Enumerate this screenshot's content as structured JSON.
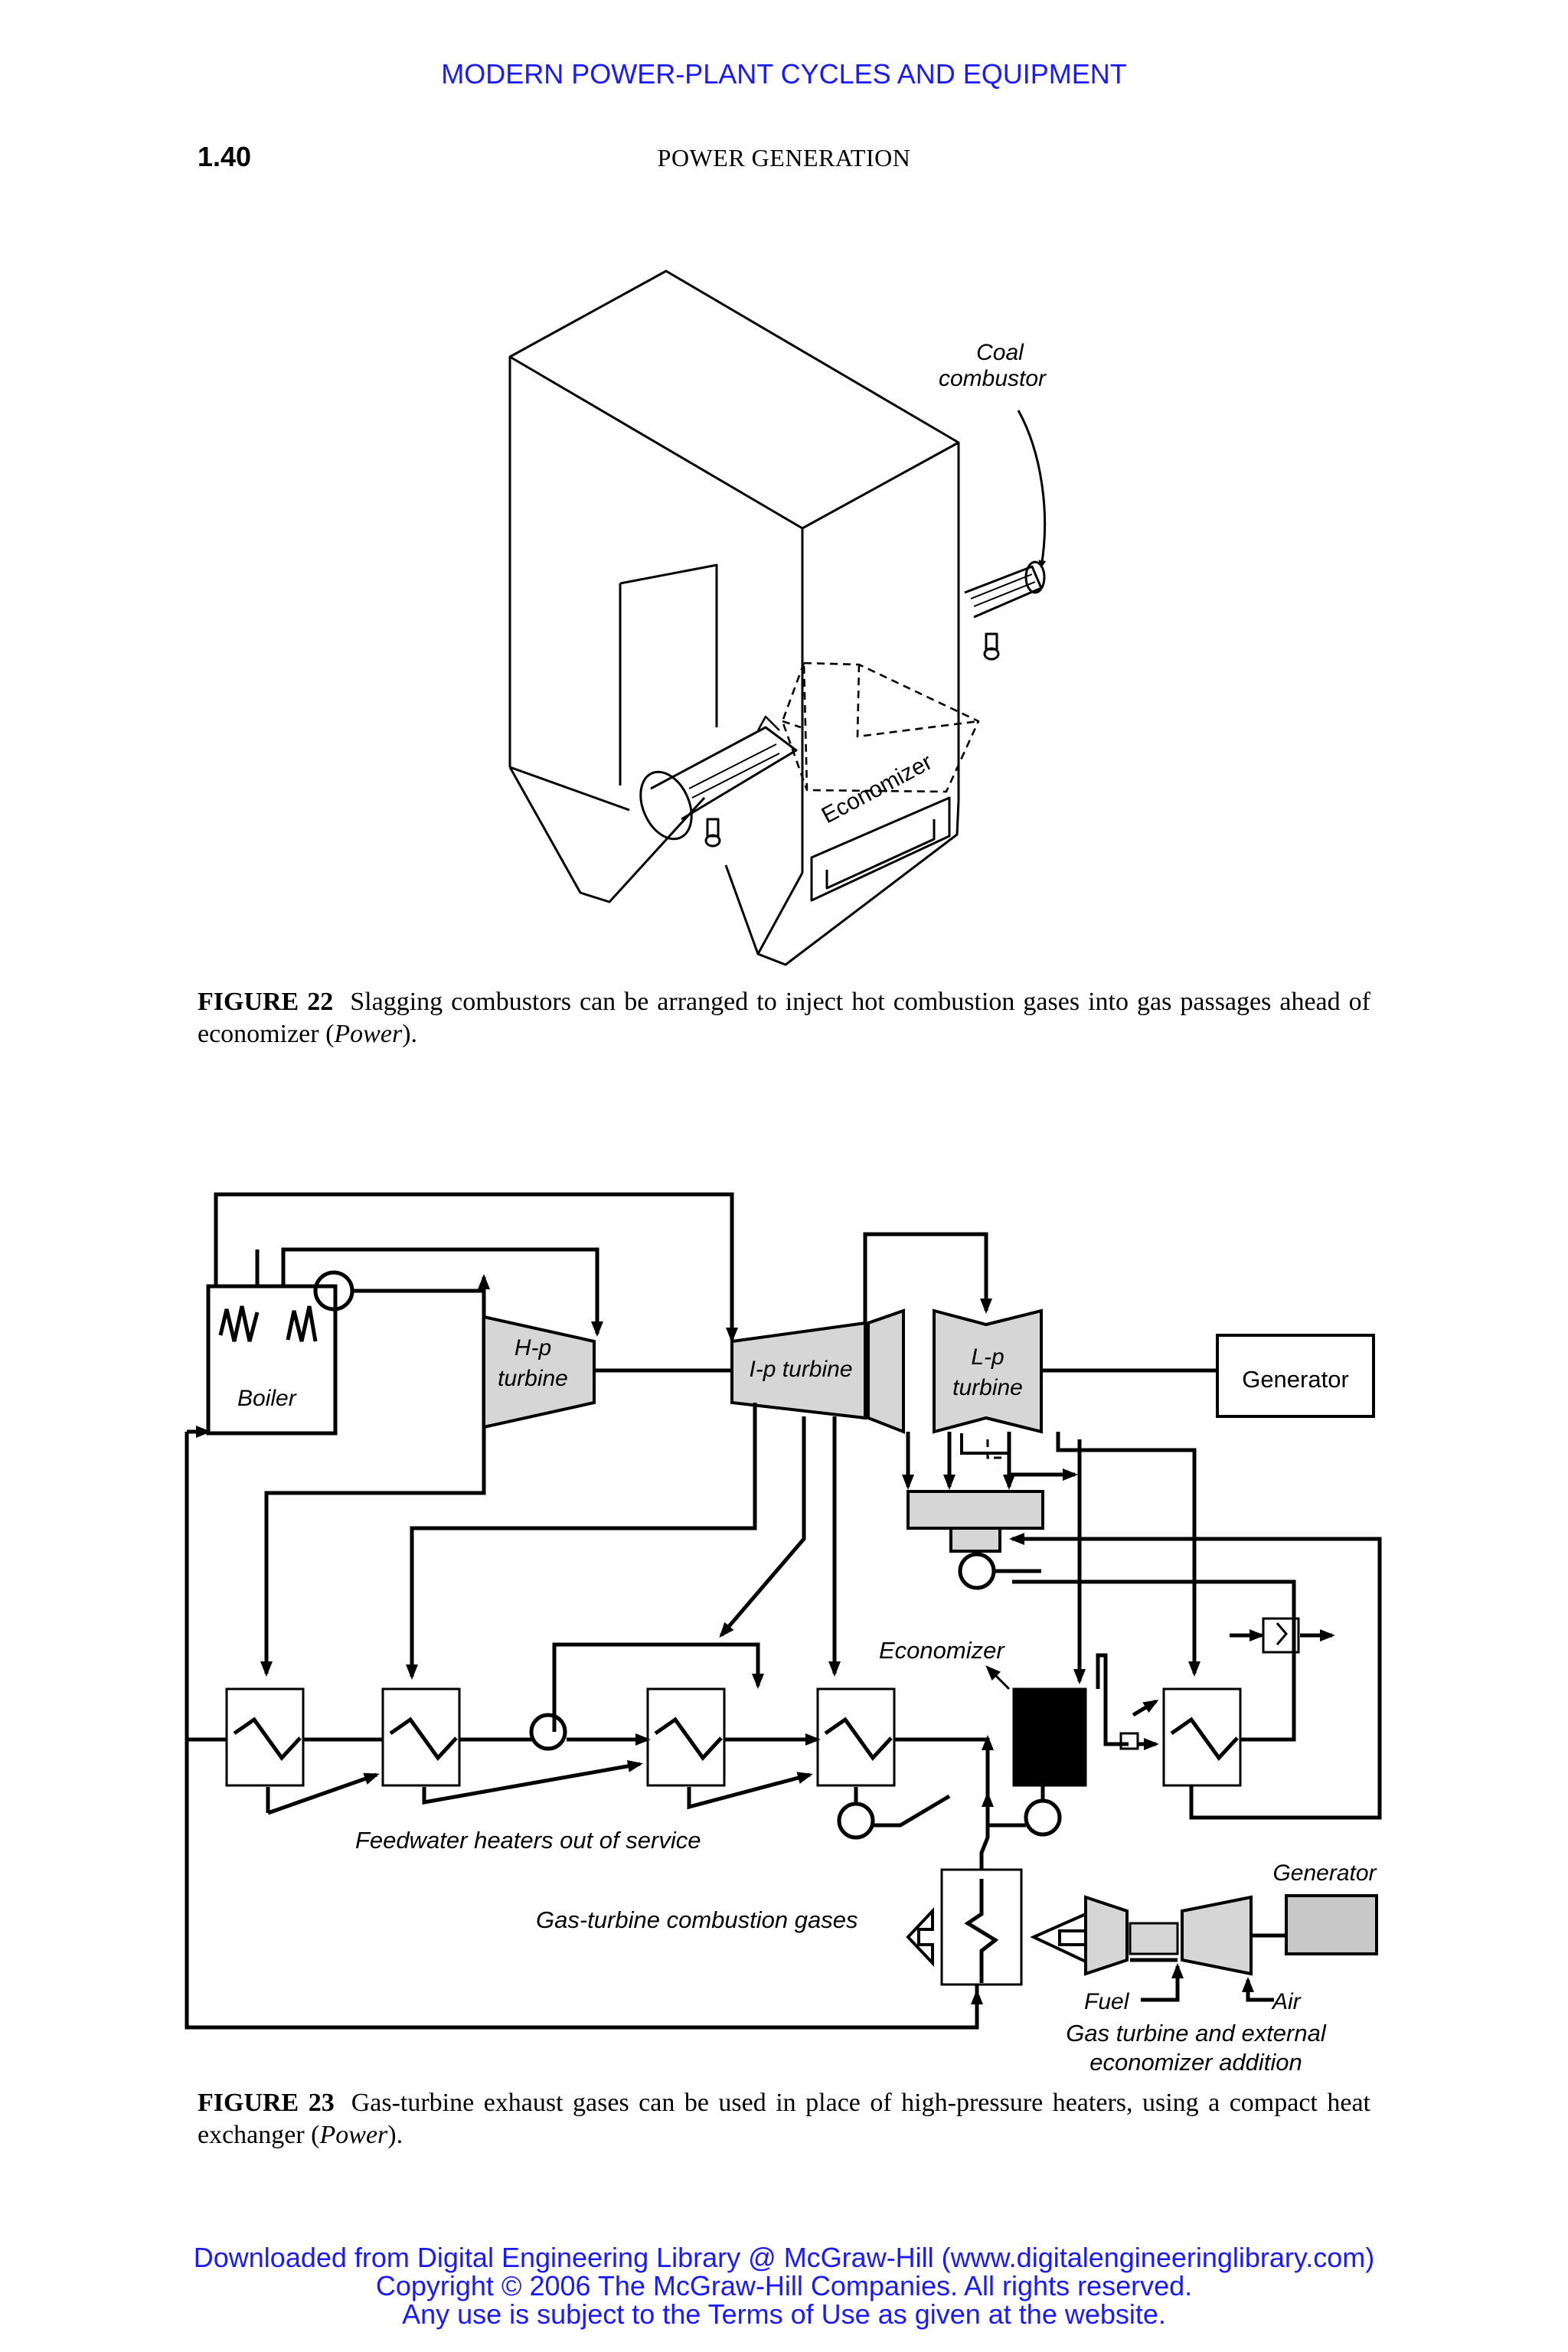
{
  "header": {
    "book_title": "MODERN POWER-PLANT CYCLES AND EQUIPMENT",
    "page_number": "1.40",
    "section_title": "POWER GENERATION"
  },
  "figure22": {
    "labels": {
      "coal_line1": "Coal",
      "coal_line2": "combustor",
      "economizer": "Economizer"
    },
    "caption": {
      "label": "FIGURE 22",
      "text": "Slagging combustors can be arranged to inject hot combustion gases into gas passages ahead of economizer (",
      "source": "Power",
      "end": ")."
    }
  },
  "figure23": {
    "labels": {
      "boiler": "Boiler",
      "hp_line1": "H-p",
      "hp_line2": "turbine",
      "ip": "I-p turbine",
      "lp_line1": "L-p",
      "lp_line2": "turbine",
      "generator_main": "Generator",
      "economizer": "Economizer",
      "feedwater": "Feedwater heaters out of service",
      "gas_turbine_gases": "Gas-turbine combustion gases",
      "generator_gt": "Generator",
      "fuel": "Fuel",
      "air": "Air",
      "gt_addition_line1": "Gas turbine and external",
      "gt_addition_line2": "economizer addition"
    },
    "caption": {
      "label": "FIGURE 23",
      "text": "Gas-turbine exhaust gases can be used in place of high-pressure heaters, using a compact heat exchanger (",
      "source": "Power",
      "end": ")."
    }
  },
  "footer": {
    "line1": "Downloaded from Digital Engineering Library @ McGraw-Hill (www.digitalengineeringlibrary.com)",
    "line2": "Copyright © 2006 The McGraw-Hill Companies. All rights reserved.",
    "line3": "Any use is subject to the Terms of Use as given at the website."
  }
}
